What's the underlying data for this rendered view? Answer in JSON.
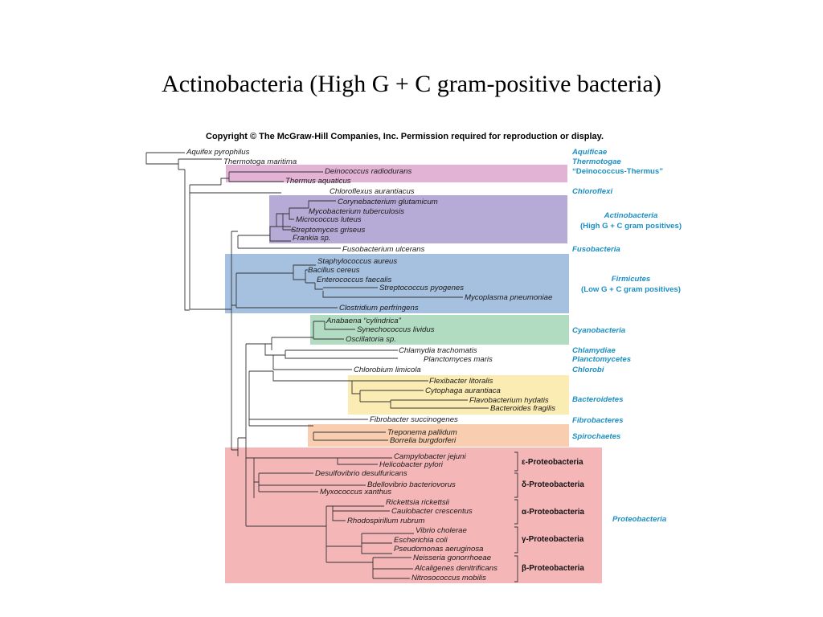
{
  "title": "Actinobacteria (High G + C gram-positive bacteria)",
  "copyright": "Copyright © The McGraw-Hill Companies, Inc. Permission required for reproduction or display.",
  "colors": {
    "deinococcus_band": "#e3b3d6",
    "actinobacteria_band": "#b6aad6",
    "firmicutes_band": "#a6c0e0",
    "cyanobacteria_band": "#b2dcc2",
    "bacteroidetes_band": "#fbecb3",
    "spirochaetes_band": "#f9cdb0",
    "proteobacteria_band": "#f5b6b8",
    "group_label": "#1b8fc4"
  },
  "species": [
    "Aquifex pyrophilus",
    "Thermotoga maritima",
    "Deinococcus radiodurans",
    "Thermus aquaticus",
    "Chloroflexus aurantiacus",
    "Corynebacterium glutamicum",
    "Mycobacterium tuberculosis",
    "Micrococcus luteus",
    "Streptomyces griseus",
    "Frankia sp.",
    "Fusobacterium ulcerans",
    "Staphylococcus aureus",
    "Bacillus cereus",
    "Enterococcus faecalis",
    "Streptococcus pyogenes",
    "Mycoplasma pneumoniae",
    "Clostridium perfringens",
    "Anabaena “cylindrica”",
    "Synechococcus lividus",
    "Oscillatoria sp.",
    "Chlamydia trachomatis",
    "Planctomyces maris",
    "Chlorobium limicola",
    "Flexibacter litoralis",
    "Cytophaga aurantiaca",
    "Flavobacterium hydatis",
    "Bacteroides fragilis",
    "Fibrobacter succinogenes",
    "Treponema pallidum",
    "Borrelia burgdorferi",
    "Campylobacter jejuni",
    "Helicobacter pylori",
    "Desulfovibrio desulfuricans",
    "Bdellovibrio bacteriovorus",
    "Myxococcus xanthus",
    "Rickettsia rickettsii",
    "Caulobacter crescentus",
    "Rhodospirillum rubrum",
    "Vibrio cholerae",
    "Escherichia coli",
    "Pseudomonas aeruginosa",
    "Neisseria gonorrhoeae",
    "Alcaligenes denitrificans",
    "Nitrosococcus mobilis"
  ],
  "groups": [
    "Aquificae",
    "Thermotogae",
    "“Deinococcus-Thermus”",
    "Chloroflexi",
    "Actinobacteria",
    "(High G + C gram positives)",
    "Fusobacteria",
    "Firmicutes",
    "(Low G + C gram positives)",
    "Cyanobacteria",
    "Chlamydiae",
    "Planctomycetes",
    "Chlorobi",
    "Bacteroidetes",
    "Fibrobacteres",
    "Spirochaetes",
    "Proteobacteria"
  ],
  "subgroups": [
    "ε-Proteobacteria",
    "δ-Proteobacteria",
    "α-Proteobacteria",
    "γ-Proteobacteria",
    "β-Proteobacteria"
  ]
}
